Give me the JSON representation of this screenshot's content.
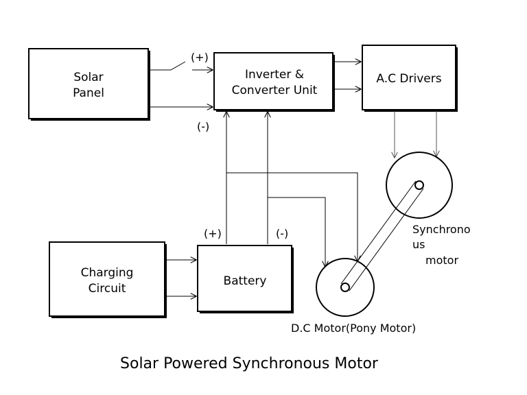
{
  "title": "Solar Powered Synchronous Motor",
  "blocks": {
    "solar_panel": [
      "Solar",
      "Panel"
    ],
    "inverter": [
      "Inverter &",
      "Converter Unit"
    ],
    "ac_drivers": "A.C Drivers",
    "charging_circuit": [
      "Charging",
      "Circuit"
    ],
    "battery": "Battery"
  },
  "labels": {
    "solar_plus": "(+)",
    "solar_minus": "(-)",
    "battery_plus": "(+)",
    "battery_minus": "(-)",
    "sync_motor": [
      "Synchrono",
      "us",
      "motor"
    ],
    "dc_motor": "D.C Motor(Pony Motor)"
  }
}
